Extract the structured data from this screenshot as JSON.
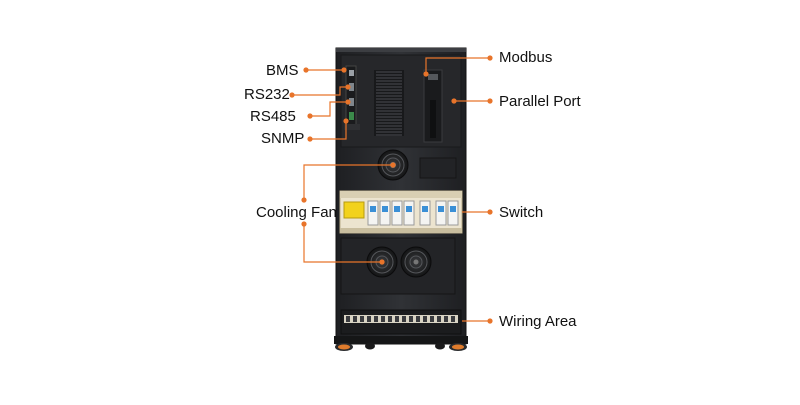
{
  "labels": {
    "bms": "BMS",
    "rs232": "RS232",
    "rs485": "RS485",
    "snmp": "SNMP",
    "cooling_fan": "Cooling Fan",
    "modbus": "Modbus",
    "parallel_port": "Parallel Port",
    "switch": "Switch",
    "wiring_area": "Wiring Area"
  },
  "colors": {
    "accent": "#e8742a",
    "cabinet": "#2b2c2f",
    "cabinet_dark": "#1b1c1e",
    "panel_beige": "#ece4cf",
    "warning_yellow": "#f2d21c",
    "breaker_blue": "#3a8fd6",
    "text": "#111111"
  },
  "icons": {
    "pointer_dot": "orange-dot-icon",
    "fan": "fan-icon"
  }
}
